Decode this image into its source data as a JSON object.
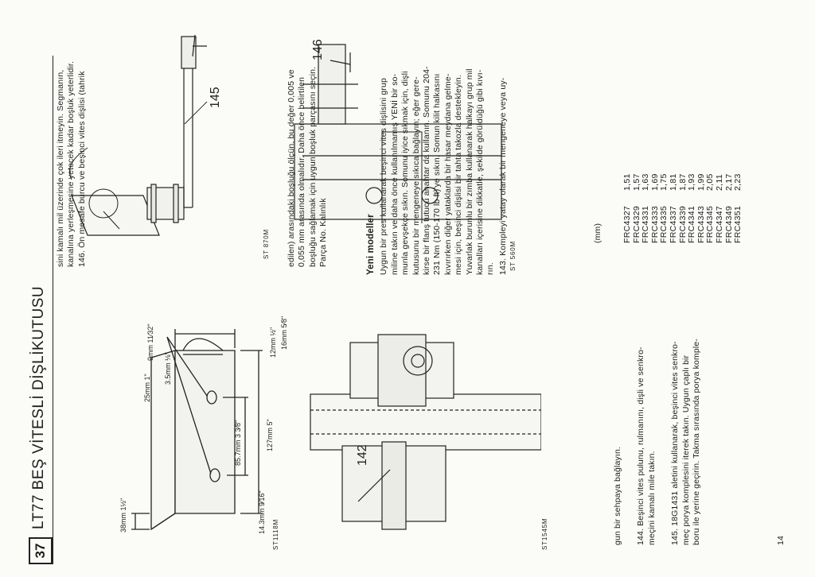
{
  "header": {
    "page_number": "37",
    "title": "LT77 BEŞ VİTESLİ DİŞLİKUTUSU"
  },
  "figures": {
    "tool_plate": {
      "label": "ST1118M",
      "dims": {
        "d38": "38mm 1½\"",
        "d14": "14.3mm 9⁄16\"",
        "d85": "85.7mm 3 3⁄8\"",
        "d127": "127mm 5\"",
        "d12": "12mm ½\"",
        "d25": "25mm 1\"",
        "d16": "16mm 5⁄8\"",
        "d9": "9mm 11⁄32\"",
        "d35": "3.5mm ⅛\""
      }
    },
    "press_tool": {
      "label": "ST 870M",
      "callout": "145"
    },
    "feeler": {
      "label": "ST 560M",
      "callout": "146"
    },
    "synchro": {
      "label": "ST1545M",
      "callout": "142"
    }
  },
  "text": {
    "col1_top": [
      "sini kamalı mil üzerinde çok ileri itmeyin. Segmanın,",
      "kanalına yerleşmesine yetecek kadar boşluk yeterlidir.",
      "146. Ön mesafe burcu ve beşinci vites dişlisi (tahrik"
    ],
    "col1_bottom": [
      "edilen) arasındaki boşluğu ölçün, bu değer 0,005 ve",
      "0,055 mm arasında olmalıdır. Daha önce belirtilen",
      "boşluğu sağlamak için uygun boşluk parçasını seçin.",
      "Parça No.   Kalınlık"
    ],
    "col2_heading": "Yeni modeller",
    "col2_paragraph": [
      "Uygun bir pres kullanarak beşinci vites dişlisini grup",
      "miline takın ve daha önce kullanılmamış YENİ bir so-",
      "munla gevşekçe sıkın. Somunu iyice sıkmak için, dişli",
      "kutusunu bir mengeneye sıkıca bağlayın; eğer gere-",
      "kirse bir flanş tutucu anahtar da kullanın. Somunu 204-",
      "231 Nm (150-170 lb ft)'ye sıkın. Somun kilit halkasını",
      "kıvırırken diğer yataklarda bir hasar meydana gelme-",
      "mesi için, beşinci dişlisi bir tahta takozla destekleyin.",
      "Yuvarlak burunlu bir zımba kullanarak halkayı grup mil",
      "kanalları içerisine dikkatle, şekilde görüldüğü gibi kıvı-",
      "rın."
    ],
    "col2_item143": "143. Kompleyi yatay olarak bir mengeneye veya uy-",
    "unit_mm": "(mm)",
    "col3_lines": [
      "gun bir sehpaya bağlayın.",
      "144. Beşinci vites pulunu, rulmanını, dişli ve senkro-",
      "meçini kamalı mile takın.",
      "145. 18G1431 aletini kullanarak, beşinci vites senkro-",
      "meç porya komplesini iterek takın. Uygun çaplı bir",
      "boru ile yerine geçirin. Takma sırasında porya komple-"
    ],
    "footer_page": "14"
  },
  "table": {
    "rows": [
      [
        "FRC4327",
        "1,51"
      ],
      [
        "FRC4329",
        "1,57"
      ],
      [
        "FRC4331",
        "1,63"
      ],
      [
        "FRC4333",
        "1,69"
      ],
      [
        "FRC4335",
        "1,75"
      ],
      [
        "FRC4337",
        "1,81"
      ],
      [
        "FRC4339",
        "1,87"
      ],
      [
        "FRC4341",
        "1,93"
      ],
      [
        "FRC4343",
        "1,99"
      ],
      [
        "FRC4345",
        "2,05"
      ],
      [
        "FRC4347",
        "2,11"
      ],
      [
        "FRC4349",
        "2,17"
      ],
      [
        "FRC4351",
        "2,23"
      ]
    ]
  }
}
